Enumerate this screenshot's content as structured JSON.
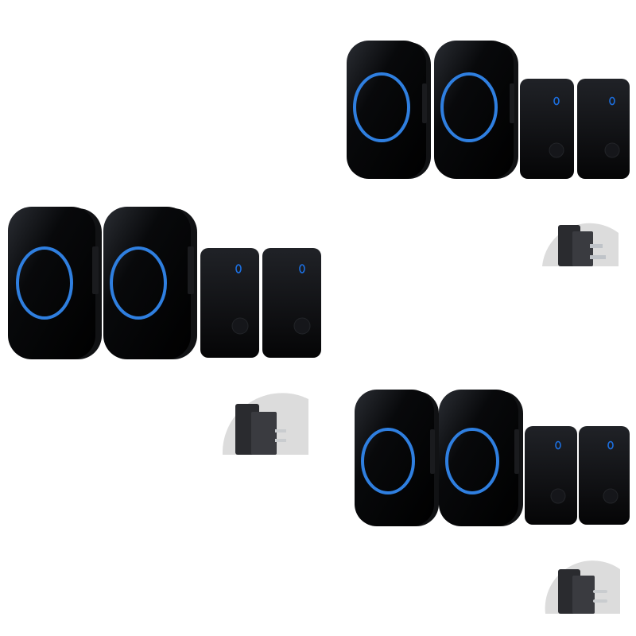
{
  "product_sets": [
    {
      "plug_type": "uk-plug-icon",
      "receivers": 2,
      "transmitters": 2
    },
    {
      "plug_type": "us-plug-icon",
      "receivers": 2,
      "transmitters": 2
    },
    {
      "plug_type": "eu-plug-icon",
      "receivers": 2,
      "transmitters": 2
    }
  ],
  "colors": {
    "background": "#ffffff",
    "device_body": "#050608",
    "ring_glow": "#2f7fe0",
    "led": "#1c6fe0",
    "plug_bg": "#d9d9d9"
  }
}
